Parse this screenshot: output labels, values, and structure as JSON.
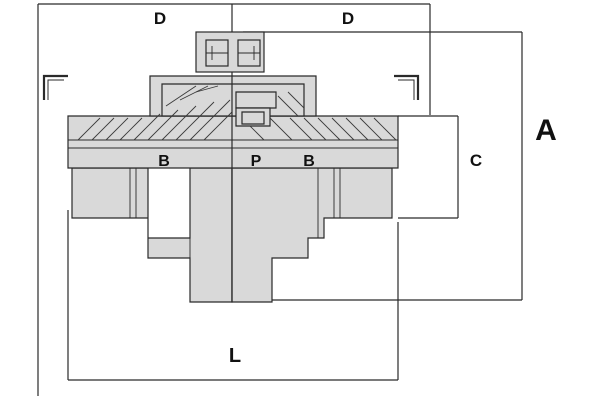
{
  "diagram": {
    "labels": {
      "dim_d_left": "D",
      "dim_d_right": "D",
      "dim_a": "A",
      "dim_c": "C",
      "dim_b_left": "B",
      "dim_p": "P",
      "dim_b_right": "B",
      "dim_l": "L"
    },
    "colors": {
      "part_fill": "#d9d9d9",
      "line": "#2a2a2a",
      "background": "#ffffff"
    }
  }
}
